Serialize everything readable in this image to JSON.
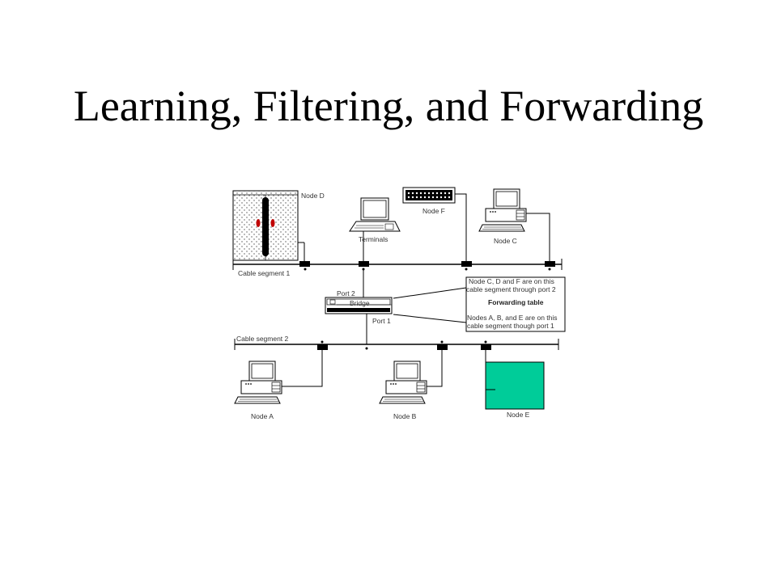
{
  "title": "Learning, Filtering, and Forwarding",
  "diagram": {
    "nodes": {
      "node_d": "Node D",
      "node_f": "Node F",
      "node_c": "Node C",
      "node_a": "Node A",
      "node_b": "Node B",
      "node_e": "Node E",
      "terminals": "Terminals"
    },
    "segments": {
      "segment_1": "Cable segment 1",
      "segment_2": "Cable segment 2"
    },
    "bridge": {
      "label": "Bridge",
      "port_2": "Port 2",
      "port_1": "Port 1"
    },
    "forwarding_table": {
      "title": "Forwarding table",
      "line_1a": "Node C, D and F are on this",
      "line_1b": "cable segment through port 2",
      "line_2a": "Nodes A, B, and E are on this",
      "line_2b": "cable segment though port 1"
    },
    "colors": {
      "node_e_fill": "#00cc99",
      "node_d_accent": "#c00000",
      "line": "#000000"
    }
  }
}
